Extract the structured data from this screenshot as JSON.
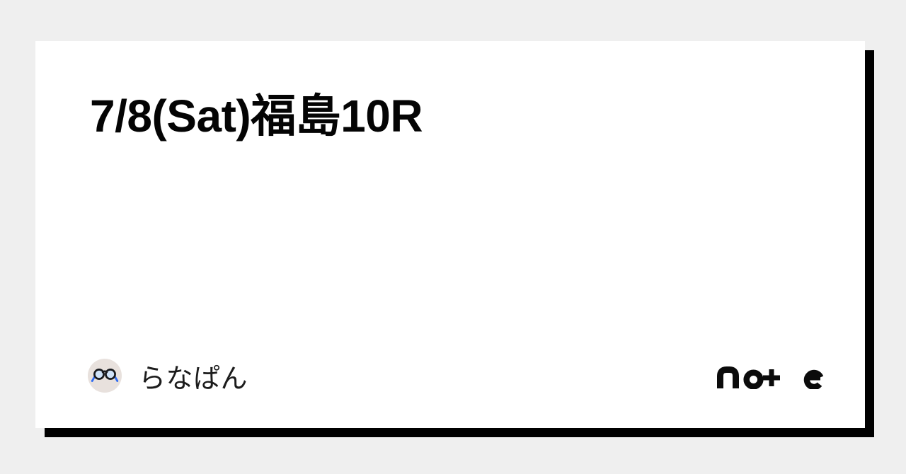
{
  "card": {
    "type": "note-share-card",
    "title": "7/8(Sat)福島10R"
  },
  "author": {
    "name": "らなぱん",
    "avatar_icon": "glasses-emoji"
  },
  "brand": {
    "logo_text": "note",
    "logo_aria": "note logo"
  },
  "colors": {
    "background": "#efefef",
    "card": "#ffffff",
    "shadow": "#000000",
    "title": "#040404",
    "name": "#1c1c1c",
    "avatar_bg": "#e8e1dd",
    "glasses_blue": "#2e6bf2",
    "glasses_rim": "#17191d",
    "lens_tint": "#cfe2f8",
    "logo": "#0b0b0b"
  }
}
